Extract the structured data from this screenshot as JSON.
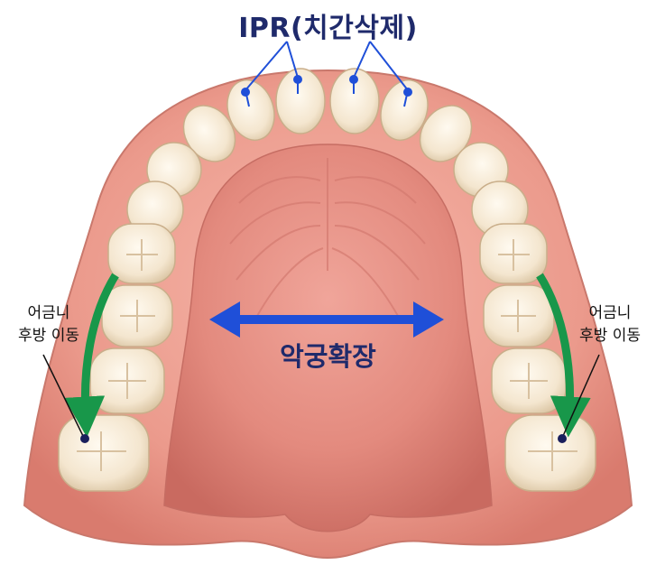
{
  "labels": {
    "ipr_title": "IPR(치간삭제)",
    "arch_expansion": "악궁확장",
    "molar_left_line1": "어금니",
    "molar_left_line2": "후방 이동",
    "molar_right_line1": "어금니",
    "molar_right_line2": "후방 이동"
  },
  "colors": {
    "label_navy": "#1f2a6b",
    "expansion_arrow": "#1f4fd8",
    "molar_arrow": "#18974a",
    "ipr_marker": "#1f4fd8",
    "gum": "#e9978a",
    "palate": "#e48e84",
    "tooth": "#f6ead6"
  }
}
